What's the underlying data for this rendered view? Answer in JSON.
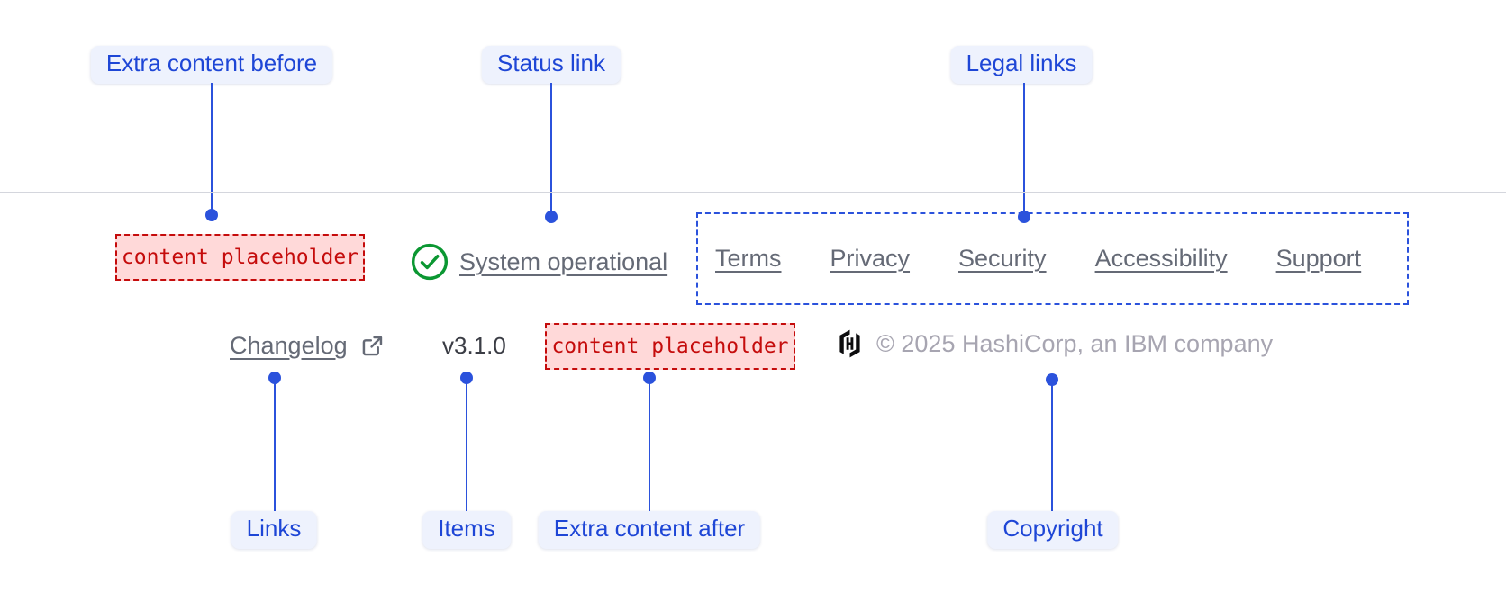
{
  "annotations": {
    "top": [
      {
        "label": "Extra content before"
      },
      {
        "label": "Status link"
      },
      {
        "label": "Legal links"
      }
    ],
    "bottom": [
      {
        "label": "Links"
      },
      {
        "label": "Items"
      },
      {
        "label": "Extra content after"
      },
      {
        "label": "Copyright"
      }
    ]
  },
  "footer": {
    "extra_content_before": "content placeholder",
    "status": {
      "label": "System operational",
      "icon": "check-circle-icon"
    },
    "legal_links": [
      "Terms",
      "Privacy",
      "Security",
      "Accessibility",
      "Support"
    ],
    "links": [
      {
        "label": "Changelog",
        "external": true
      }
    ],
    "items": [
      "v3.1.0"
    ],
    "extra_content_after": "content placeholder",
    "copyright": "© 2025 HashiCorp, an IBM company",
    "logo": "hashicorp-logo-icon"
  },
  "colors": {
    "annotation_blue": "#2b52dc",
    "annotation_pill_bg": "#eef2fd",
    "annotation_text": "#1e46d6",
    "placeholder_red": "#c50c0c",
    "placeholder_bg": "#ffd9d9",
    "link_gray": "#656a76",
    "item_gray": "#3b3d45",
    "copyright_gray": "#a7a5b1",
    "success_green": "#0b9732",
    "divider_gray": "#d4d6dd",
    "logo_black": "#0c0c0e",
    "background": "#ffffff"
  }
}
